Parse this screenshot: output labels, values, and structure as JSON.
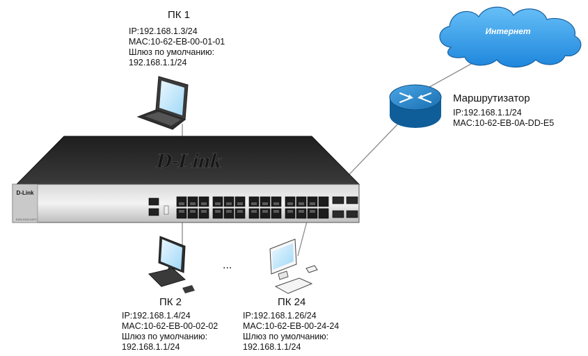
{
  "cloud": {
    "label": "Интернет",
    "fill": "#3aa3f0"
  },
  "router": {
    "title": "Маршрутизатор",
    "ip": "IP:192.168.1.1/24",
    "mac": "MAC:10-62-EB-0A-DD-E5",
    "color": "#1d7fc4"
  },
  "switch": {
    "brand": "D-Link",
    "model": "DGS-3120-24TC"
  },
  "ellipsis": "...",
  "pcs": [
    {
      "title": "ПК 1",
      "ip": "IP:192.168.1.3/24",
      "mac": "MAC:10-62-EB-00-01-01",
      "gw_label": "Шлюз по умолчанию:",
      "gw": "192.168.1.1/24"
    },
    {
      "title": "ПК 2",
      "ip": "IP:192.168.1.4/24",
      "mac": "MAC:10-62-EB-00-02-02",
      "gw_label": "Шлюз по умолчанию:",
      "gw": "192.168.1.1/24"
    },
    {
      "title": "ПК 24",
      "ip": "IP:192.168.1.26/24",
      "mac": "MAC:10-62-EB-00-24-24",
      "gw_label": "Шлюз по умолчанию:",
      "gw": "192.168.1.1/24"
    }
  ]
}
